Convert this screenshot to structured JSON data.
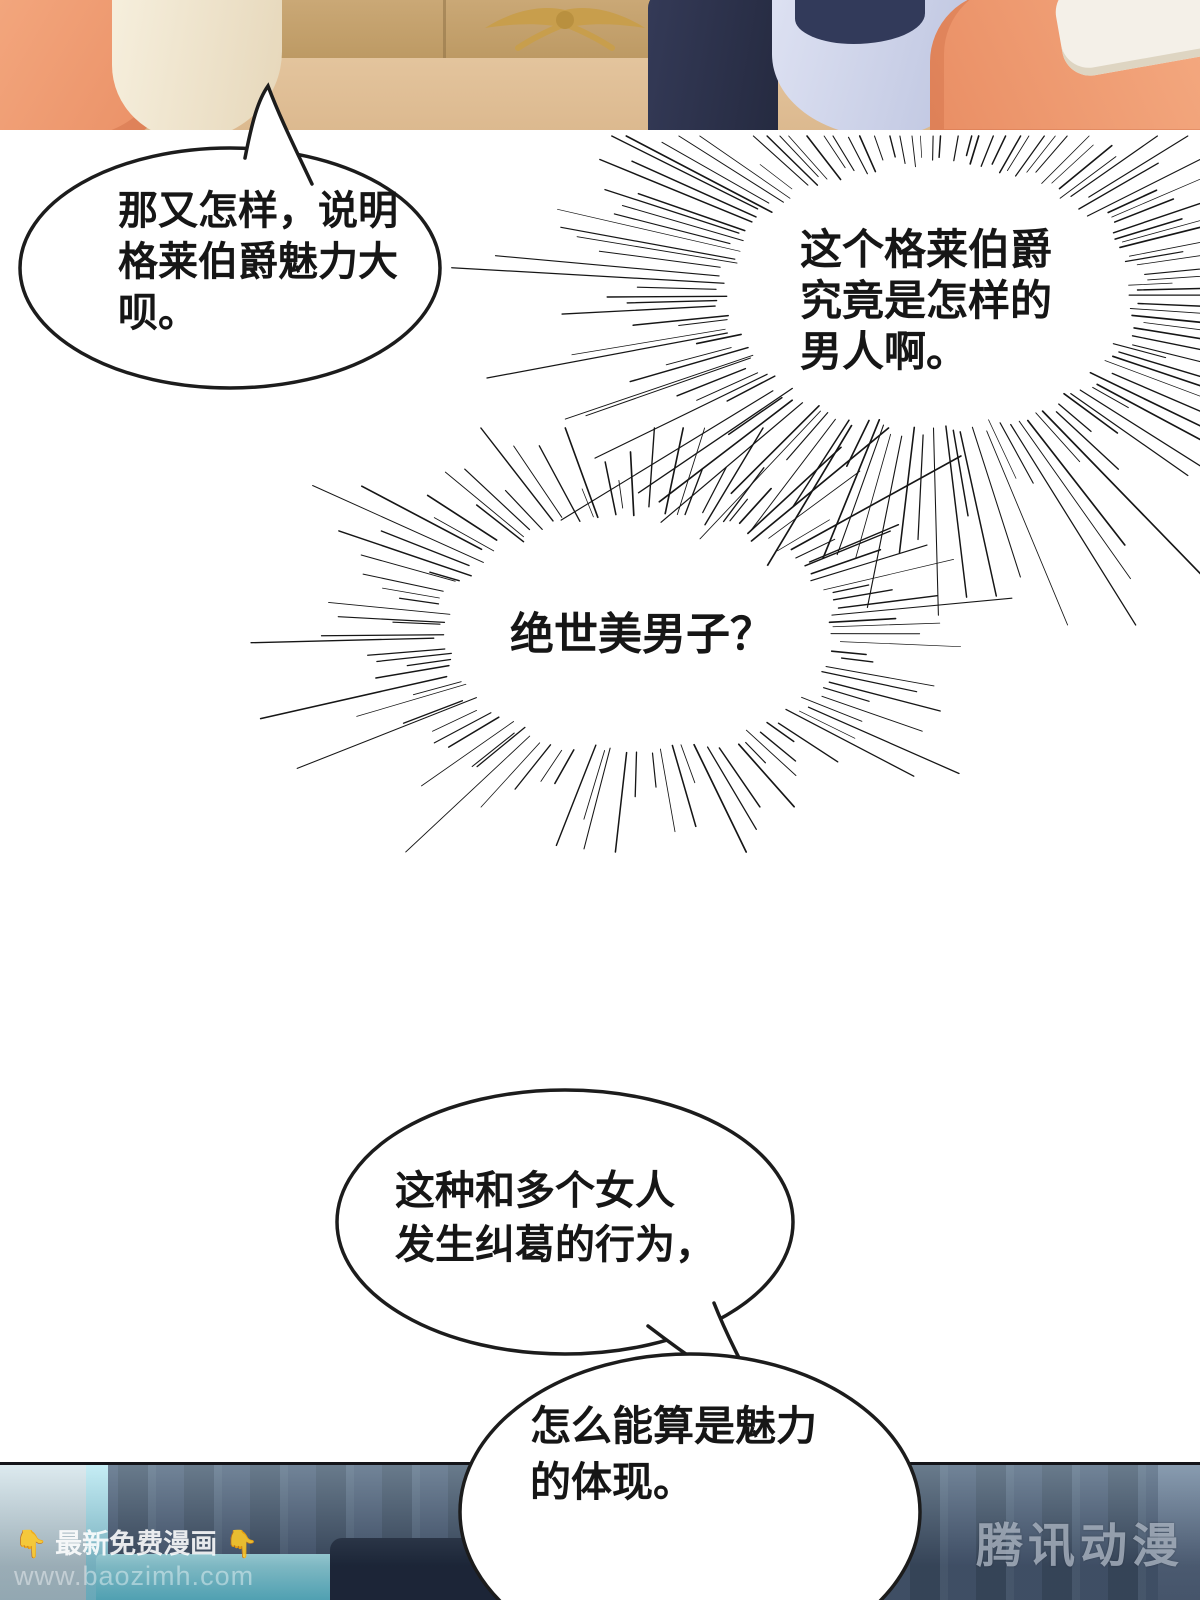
{
  "bubbles": {
    "left": {
      "l1": "那又怎样，说明",
      "l2": "格莱伯爵魅力大",
      "l3": "呗。"
    },
    "right": {
      "l1": "这个格莱伯爵",
      "l2": "究竟是怎样的",
      "l3": "男人啊。"
    },
    "middle": {
      "l1": "绝世美男子？"
    },
    "lower": {
      "l1": "这种和多个女人",
      "l2": "发生纠葛的行为，"
    },
    "bottom": {
      "l1": "怎么能算是魅力",
      "l2": "的体现。"
    }
  },
  "watermarks": {
    "left_line1": "👇 最新免费漫画 👇",
    "left_line2": "www.baozimh.com",
    "right_logo": "腾讯动漫"
  },
  "colors": {
    "ink": "#161616",
    "sofa_orange": "#ef9c74",
    "floor_tan": "#e2c19c",
    "wall_gold": "#c89e4c",
    "night_blue": "#44546a",
    "glow_cyan": "#9feaf2"
  }
}
